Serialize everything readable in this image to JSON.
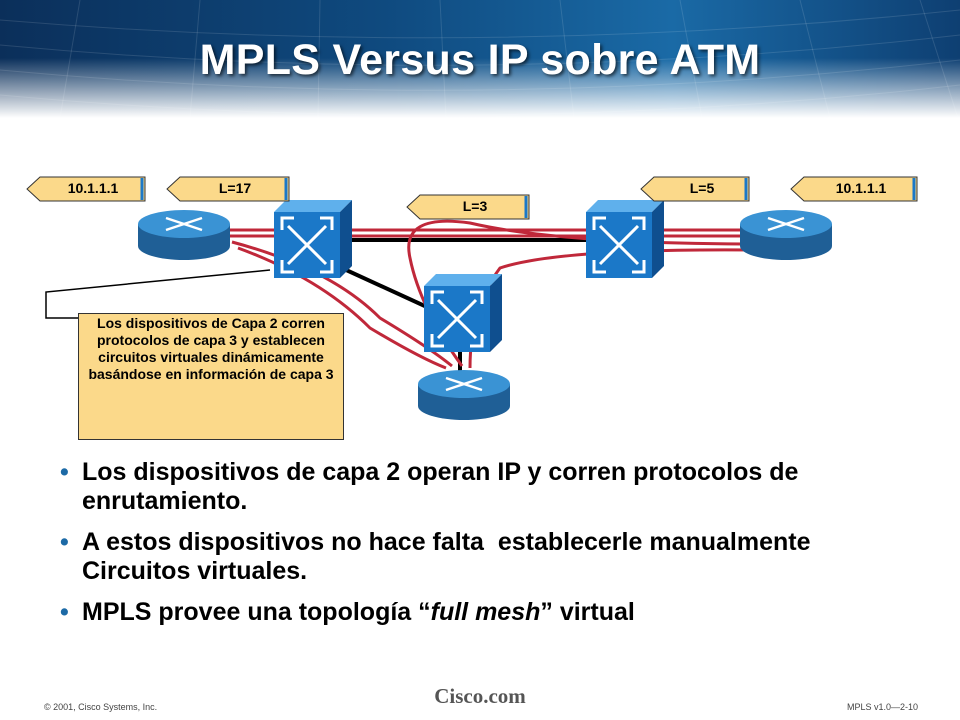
{
  "title": "MPLS Versus IP sobre ATM",
  "diagram": {
    "labels": [
      "10.1.1.1",
      "L=17",
      "L=3",
      "L=5",
      "10.1.1.1"
    ],
    "callout": "Los dispositivos de Capa 2 corren protocolos de capa 3 y establecen circuitos virtuales dinámicamente basándose en información de capa 3"
  },
  "bullets": {
    "b1": "Los dispositivos de capa 2 operan IP y corren protocolos de enrutamiento.",
    "b2": "A estos dispositivos no hace falta  establecerle manualmente Circuitos virtuales.",
    "b3_pre": "MPLS provee una topología “",
    "b3_em": "full mesh",
    "b3_post": "” virtual"
  },
  "footer": {
    "copyright": "© 2001, Cisco Systems, Inc.",
    "brand": "Cisco.com",
    "course": "MPLS v1.0—2-10"
  },
  "colors": {
    "title_text": "#ffffff",
    "label_fill": "#fbd98a",
    "link_red": "#c0283a",
    "router_blue": "#2d7fc0",
    "switch_blue": "#1b78c8",
    "bullet_dot": "#1c6aa6"
  }
}
